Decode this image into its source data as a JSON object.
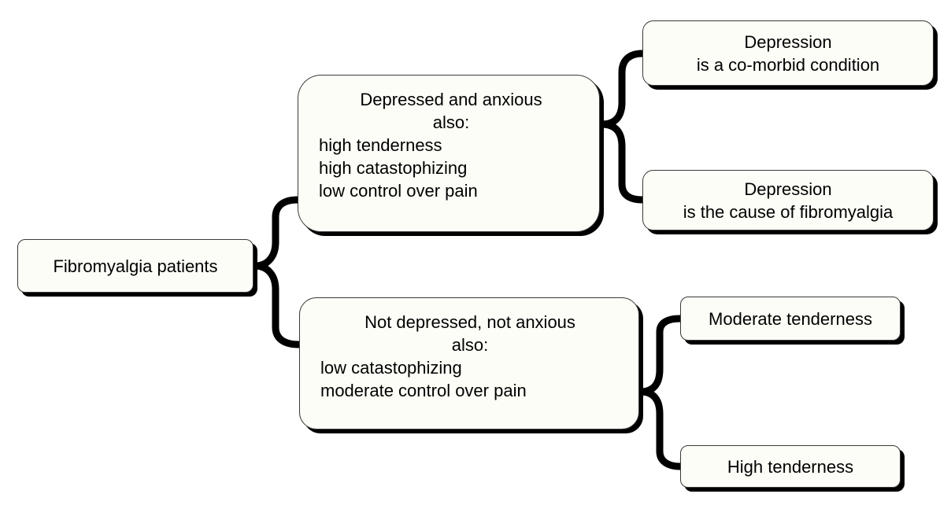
{
  "diagram": {
    "root": {
      "label": "Fibromyalgia patients"
    },
    "depressed": {
      "title": "Depressed and anxious",
      "subtitle": "also:",
      "items": [
        "high tenderness",
        "high catastophizing",
        "low control over pain"
      ]
    },
    "not_depressed": {
      "title": "Not depressed, not anxious",
      "subtitle": "also:",
      "items": [
        "low catastophizing",
        "moderate control over pain"
      ]
    },
    "comorbid": {
      "line1": "Depression",
      "line2": "is a co-morbid condition"
    },
    "cause": {
      "line1": "Depression",
      "line2": "is the cause of fibromyalgia"
    },
    "moderate_tenderness": {
      "label": "Moderate tenderness"
    },
    "high_tenderness": {
      "label": "High tenderness"
    },
    "edges": [
      [
        "Fibromyalgia patients",
        "Depressed and anxious"
      ],
      [
        "Fibromyalgia patients",
        "Not depressed, not anxious"
      ],
      [
        "Depressed and anxious",
        "Depression is a co-morbid condition"
      ],
      [
        "Depressed and anxious",
        "Depression is the cause of fibromyalgia"
      ],
      [
        "Not depressed, not anxious",
        "Moderate tenderness"
      ],
      [
        "Not depressed, not anxious",
        "High tenderness"
      ]
    ],
    "colors": {
      "node_fill": "#fdfdf7",
      "node_border": "#3a3a3a",
      "connector": "#000000",
      "shadow": "#000000"
    }
  }
}
